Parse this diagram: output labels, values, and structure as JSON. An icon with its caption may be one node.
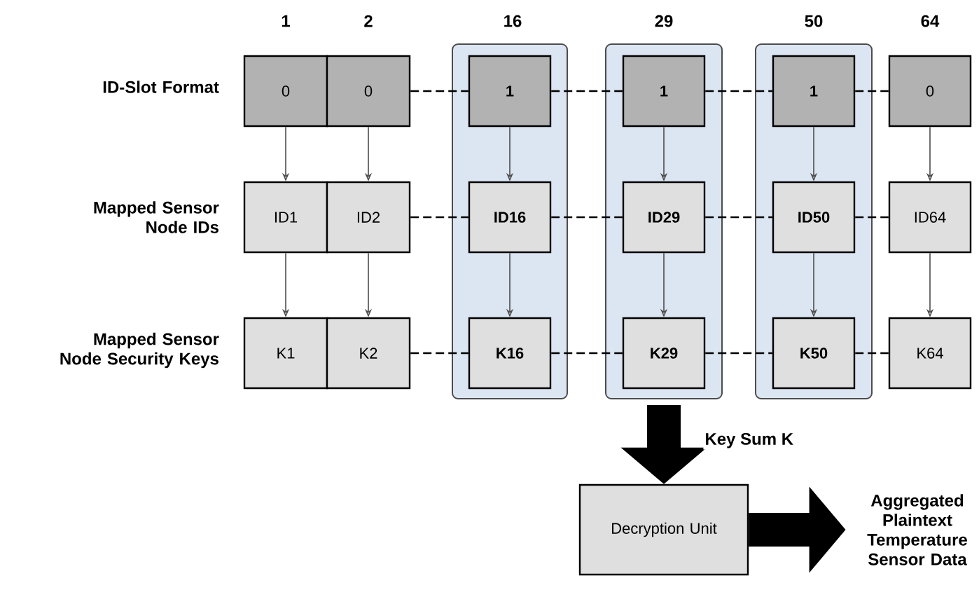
{
  "diagram": {
    "nodes": [
      {
        "text": [],
        "shape": "box"
      },
      {
        "text": [],
        "shape": "box"
      },
      {
        "text": [],
        "shape": "box"
      },
      {
        "text": [
          "0"
        ]
      },
      {
        "text": [
          "0"
        ]
      },
      {
        "text": [
          "1"
        ],
        "in": 0
      },
      {
        "text": [
          "1"
        ],
        "in": 1
      },
      {
        "text": [
          "1"
        ],
        "in": 2
      },
      {
        "text": [
          "0"
        ]
      },
      {
        "text": [
          "ID1"
        ]
      },
      {
        "text": [
          "ID2"
        ]
      },
      {
        "text": [
          "ID16"
        ],
        "in": 0
      },
      {
        "text": [
          "ID29"
        ],
        "in": 1
      },
      {
        "text": [
          "ID50"
        ],
        "in": 2
      },
      {
        "text": [
          "ID64"
        ]
      },
      {
        "text": [
          "K1"
        ]
      },
      {
        "text": [
          "K2"
        ]
      },
      {
        "text": [
          "K16"
        ],
        "in": 0
      },
      {
        "text": [
          "K29"
        ],
        "in": 1
      },
      {
        "text": [
          "K50"
        ],
        "in": 2
      },
      {
        "text": [
          "K64"
        ]
      },
      {
        "text": [
          "Decryption Unit"
        ]
      },
      {
        "text": [
          "Aggregated Plaintext Temperature Sensor Data"
        ]
      }
    ],
    "edges": [
      {
        "from": 3,
        "to": 9,
        "arrow": "to"
      },
      {
        "from": 4,
        "to": 10,
        "arrow": "to"
      },
      {
        "from": 5,
        "to": 11,
        "arrow": "to"
      },
      {
        "from": 6,
        "to": 12,
        "arrow": "to"
      },
      {
        "from": 7,
        "to": 13,
        "arrow": "to"
      },
      {
        "from": 8,
        "to": 14,
        "arrow": "to"
      },
      {
        "from": 9,
        "to": 15,
        "arrow": "to"
      },
      {
        "from": 10,
        "to": 16,
        "arrow": "to"
      },
      {
        "from": 11,
        "to": 17,
        "arrow": "to"
      },
      {
        "from": 12,
        "to": 18,
        "arrow": "to"
      },
      {
        "from": 13,
        "to": 19,
        "arrow": "to"
      },
      {
        "from": 14,
        "to": 20,
        "arrow": "to"
      },
      {
        "from": 4,
        "to": 5,
        "arrow": "none",
        "style": "dashed"
      },
      {
        "from": 5,
        "to": 6,
        "arrow": "none",
        "style": "dashed"
      },
      {
        "from": 6,
        "to": 7,
        "arrow": "none",
        "style": "dashed"
      },
      {
        "from": 7,
        "to": 8,
        "arrow": "none",
        "style": "dashed"
      },
      {
        "from": 10,
        "to": 11,
        "arrow": "none",
        "style": "dashed"
      },
      {
        "from": 11,
        "to": 12,
        "arrow": "none",
        "style": "dashed"
      },
      {
        "from": 12,
        "to": 13,
        "arrow": "none",
        "style": "dashed"
      },
      {
        "from": 13,
        "to": 14,
        "arrow": "none",
        "style": "dashed"
      },
      {
        "from": 16,
        "to": 17,
        "arrow": "none",
        "style": "dashed"
      },
      {
        "from": 17,
        "to": 18,
        "arrow": "none",
        "style": "dashed"
      },
      {
        "from": 18,
        "to": 19,
        "arrow": "none",
        "style": "dashed"
      },
      {
        "from": 19,
        "to": 20,
        "arrow": "none",
        "style": "dashed"
      },
      {
        "from": 1,
        "to": 21,
        "arrow": "to",
        "style": "thick",
        "label": "Key Sum K"
      },
      {
        "from": 21,
        "to": 22,
        "arrow": "to",
        "style": "thick"
      }
    ],
    "labels": [
      "1",
      "2",
      "16",
      "29",
      "50",
      "64",
      "ID-Slot Format",
      "Mapped Sensor Node IDs",
      "Mapped Sensor Node Security Keys"
    ]
  }
}
